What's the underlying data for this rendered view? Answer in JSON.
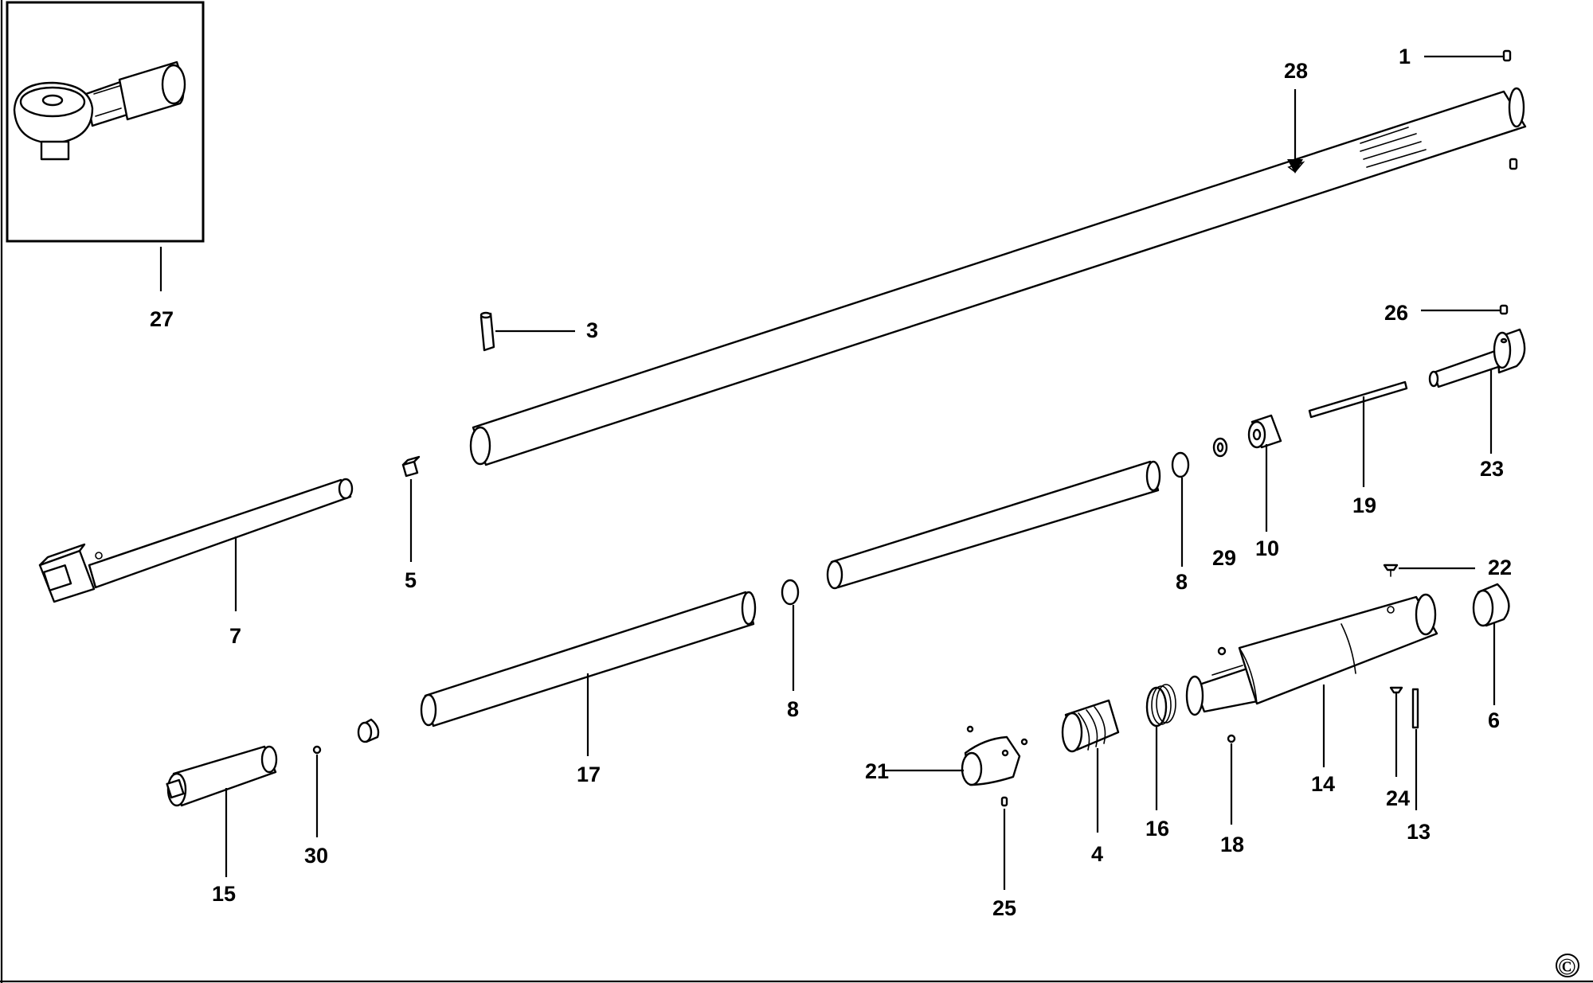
{
  "diagram": {
    "copyright_symbol": "©",
    "callouts": {
      "c1": "1",
      "c3": "3",
      "c4": "4",
      "c5": "5",
      "c6": "6",
      "c7": "7",
      "c8a": "8",
      "c8b": "8",
      "c10": "10",
      "c13": "13",
      "c14": "14",
      "c15": "15",
      "c16": "16",
      "c17": "17",
      "c18": "18",
      "c19": "19",
      "c21": "21",
      "c22": "22",
      "c23": "23",
      "c24": "24",
      "c25": "25",
      "c26": "26",
      "c27": "27",
      "c28": "28",
      "c29": "29",
      "c30": "30"
    }
  }
}
